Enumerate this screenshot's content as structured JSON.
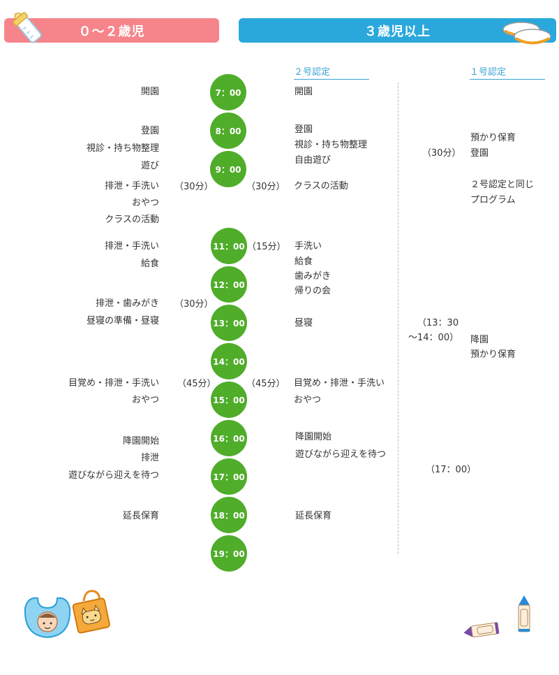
{
  "header": {
    "left_band": "０～２歳児",
    "right_band": "３歳児以上",
    "sub_2go": "２号認定",
    "sub_1go": "１号認定"
  },
  "times": [
    "7：00",
    "8：00",
    "9：00",
    "11：00",
    "12：00",
    "13：00",
    "14：00",
    "15：00",
    "16：00",
    "17：00",
    "18：00",
    "19：00"
  ],
  "left": {
    "l1": "開園",
    "l2": "登園",
    "l3": "視診・持ち物整理",
    "l4": "遊び",
    "l5": "排泄・手洗い",
    "l6": "おやつ",
    "l7": "クラスの活動",
    "l8": "排泄・手洗い",
    "l9": "給食",
    "l10": "排泄・歯みがき",
    "l11": "昼寝の準備・昼寝",
    "l12": "目覚め・排泄・手洗い",
    "l13": "おやつ",
    "l14": "降園開始",
    "l15": "排泄",
    "l16": "遊びながら迎えを待つ",
    "l17": "延長保育"
  },
  "left_dur": {
    "d1": "（30分）",
    "d2": "（30分）",
    "d3": "（45分）"
  },
  "right_dur": {
    "d1": "（30分）",
    "d2": "（15分）",
    "d3": "（45分）"
  },
  "middle": {
    "m1": "開園",
    "m2": "登園",
    "m3": "視診・持ち物整理",
    "m4": "自由遊び",
    "m5": "クラスの活動",
    "m6": "手洗い",
    "m7": "給食",
    "m8": "歯みがき",
    "m9": "帰りの会",
    "m10": "昼寝",
    "m11": "目覚め・排泄・手洗い",
    "m12": "おやつ",
    "m13": "降園開始",
    "m14": "遊びながら迎えを待つ",
    "m15": "延長保育"
  },
  "far": {
    "f1": "（30分）",
    "f2a": "（13：30",
    "f2b": "～14：00）",
    "f3": "（17：00）"
  },
  "col1go": {
    "c1": "預かり保育",
    "c2": "登園",
    "c3": "２号認定と同じ",
    "c4": "プログラム",
    "c5": "降園",
    "c6": "預かり保育"
  },
  "colors": {
    "left_band": "#f5858a",
    "right_band": "#2aa8dc",
    "time_circle": "#4fad2a",
    "sub_header": "#3aa3d6"
  },
  "icons": [
    "baby-bottle-icon",
    "shoes-icon",
    "bib-icon",
    "bag-icon",
    "crayon-icon",
    "crayon-standing-icon"
  ]
}
